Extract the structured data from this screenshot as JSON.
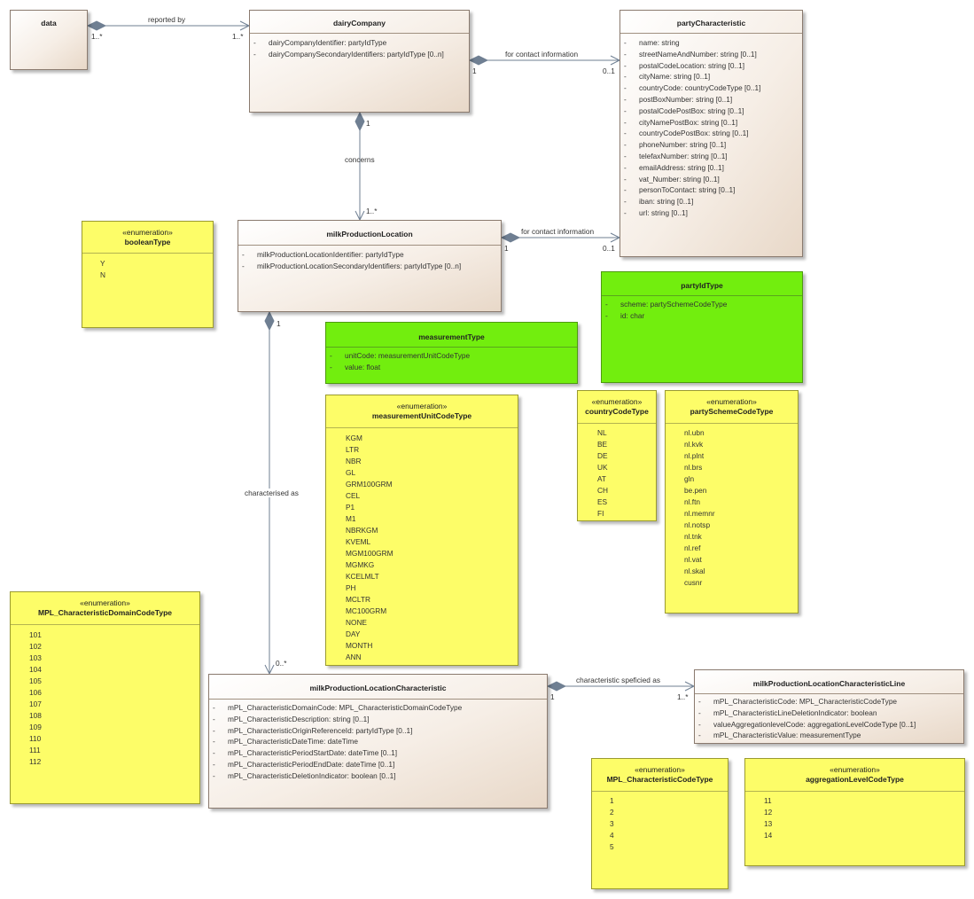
{
  "classes": {
    "data": {
      "name": "data"
    },
    "dairyCompany": {
      "name": "dairyCompany",
      "attrs": [
        "dairyCompanyIdentifier: partyIdType",
        "dairyCompanySecondaryIdentifiers: partyIdType [0..n]"
      ]
    },
    "partyCharacteristic": {
      "name": "partyCharacteristic",
      "attrs": [
        "name: string",
        "streetNameAndNumber: string [0..1]",
        "postalCodeLocation: string [0..1]",
        "cityName: string [0..1]",
        "countryCode: countryCodeType [0..1]",
        "postBoxNumber: string [0..1]",
        "postalCodePostBox: string [0..1]",
        "cityNamePostBox: string [0..1]",
        "countryCodePostBox: string [0..1]",
        "phoneNumber: string [0..1]",
        "telefaxNumber: string [0..1]",
        "emailAddress: string [0..1]",
        "vat_Number: string [0..1]",
        "personToContact: string [0..1]",
        "iban: string [0..1]",
        "url: string [0..1]"
      ]
    },
    "milkProductionLocation": {
      "name": "milkProductionLocation",
      "attrs": [
        "milkProductionLocationIdentifier: partyIdType",
        "milkProductionLocationSecondaryIdentifiers: partyIdType [0..n]"
      ]
    },
    "partyIdType": {
      "name": "partyIdType",
      "attrs": [
        "scheme: partySchemeCodeType",
        "id: char"
      ]
    },
    "measurementType": {
      "name": "measurementType",
      "attrs": [
        "unitCode: measurementUnitCodeType",
        "value: float"
      ]
    },
    "milkProductionLocationCharacteristic": {
      "name": "milkProductionLocationCharacteristic",
      "attrs": [
        "mPL_CharacteristicDomainCode: MPL_CharacteristicDomainCodeType",
        "mPL_CharacteristicDescription: string [0..1]",
        "mPL_CharacteristicOriginReferenceId: partyIdType [0..1]",
        "mPL_CharacteristicDateTime: dateTime",
        "mPL_CharacteristicPeriodStartDate: dateTime [0..1]",
        "mPL_CharacteristicPeriodEndDate: dateTime [0..1]",
        "mPL_CharacteristicDeletionIndicator: boolean [0..1]"
      ]
    },
    "milkProductionLocationCharacteristicLine": {
      "name": "milkProductionLocationCharacteristicLine",
      "attrs": [
        "mPL_CharacteristicCode: MPL_CharacteristicCodeType",
        "mPL_CharacteristicLineDeletionIndicator: boolean",
        "valueAggregationlevelCode: aggregationLevelCodeType [0..1]",
        "mPL_CharacteristicValue: measurementType"
      ]
    }
  },
  "enumerations": {
    "stereotype": "«enumeration»",
    "booleanType": {
      "name": "booleanType",
      "literals": [
        "Y",
        "N"
      ]
    },
    "measurementUnitCodeType": {
      "name": "measurementUnitCodeType",
      "literals": [
        "KGM",
        "LTR",
        "NBR",
        "GL",
        "GRM100GRM",
        "CEL",
        "P1",
        "M1",
        "NBRKGM",
        "KVEML",
        "MGM100GRM",
        "MGMKG",
        "KCELMLT",
        "PH",
        "MCLTR",
        "MC100GRM",
        "NONE",
        "DAY",
        "MONTH",
        "ANN"
      ]
    },
    "countryCodeType": {
      "name": "countryCodeType",
      "literals": [
        "NL",
        "BE",
        "DE",
        "UK",
        "AT",
        "CH",
        "ES",
        "FI"
      ]
    },
    "partySchemeCodeType": {
      "name": "partySchemeCodeType",
      "literals": [
        "nl.ubn",
        "nl.kvk",
        "nl.plnt",
        "nl.brs",
        "gln",
        "be.pen",
        "nl.ftn",
        "nl.memnr",
        "nl.notsp",
        "nl.tnk",
        "nl.ref",
        "nl.vat",
        "nl.skal",
        "cusnr"
      ]
    },
    "MPL_CharacteristicDomainCodeType": {
      "name": "MPL_CharacteristicDomainCodeType",
      "literals": [
        "101",
        "102",
        "103",
        "104",
        "105",
        "106",
        "107",
        "108",
        "109",
        "110",
        "111",
        "112"
      ]
    },
    "MPL_CharacteristicCodeType": {
      "name": "MPL_CharacteristicCodeType",
      "literals": [
        "1",
        "2",
        "3",
        "4",
        "5"
      ]
    },
    "aggregationLevelCodeType": {
      "name": "aggregationLevelCodeType",
      "literals": [
        "11",
        "12",
        "13",
        "14"
      ]
    }
  },
  "associations": {
    "reportedBy": {
      "label": "reported by",
      "source_mult": "1..*",
      "target_mult": "1..*"
    },
    "contactCompany": {
      "label": "for contact information",
      "source_mult": "1",
      "target_mult": "0..1"
    },
    "concerns": {
      "label": "concerns",
      "source_mult": "1",
      "target_mult": "1..*"
    },
    "contactLocation": {
      "label": "for contact information",
      "source_mult": "1",
      "target_mult": "0..1"
    },
    "characterisedAs": {
      "label": "characterised as",
      "source_mult": "1",
      "target_mult": "0..*"
    },
    "specified": {
      "label": "characteristic speficied as",
      "source_mult": "1",
      "target_mult": "1..*"
    }
  },
  "colors": {
    "class_fill": "#f6eee6",
    "enumeration_fill": "#fdfd68",
    "datatype_fill": "#72ee0e",
    "line": "#6f7f92"
  },
  "attr_visibility": "-"
}
